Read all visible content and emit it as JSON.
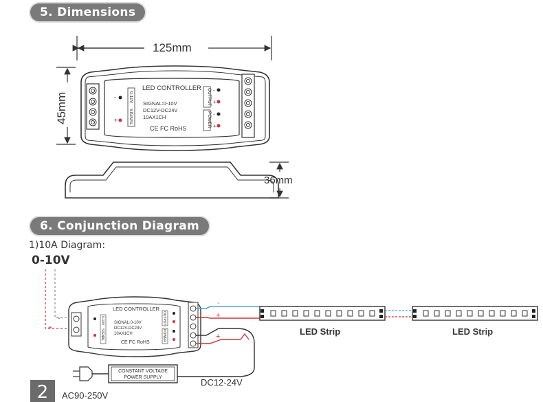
{
  "sections": {
    "dimensions_title": "5. Dimensions",
    "conjunction_title": "6. Conjunction Diagram"
  },
  "dimensions": {
    "width": "125mm",
    "height": "45mm",
    "depth": "36mm"
  },
  "controller": {
    "title": "LED CONTROLLER",
    "spec_signal": "SIGNAL:0-10V",
    "spec_voltage": "DC12V-DC24V",
    "spec_current": "10AX1CH",
    "certs": "CE FC RoHS",
    "label_output": "OUTPUT",
    "label_power": "POWER",
    "label_signal": "SIGNAL",
    "label_range": "0-10V",
    "minus": "-",
    "plus": "+"
  },
  "diagram": {
    "subtitle": "1)10A Diagram:",
    "signal": "0-10V",
    "strip_label": "LED Strip",
    "psu_line1": "CONSTANT VOLTAGE",
    "psu_line2": "POWER SUPPLY",
    "dc_label": "DC12-24V",
    "ac_label": "AC90-250V",
    "wire_minus": "-",
    "wire_plus": "+"
  },
  "page_number": "2",
  "colors": {
    "pill": "#7a7a7a",
    "wire_blue": "#4aa7c9",
    "wire_red": "#d3303a",
    "outline": "#333333"
  }
}
